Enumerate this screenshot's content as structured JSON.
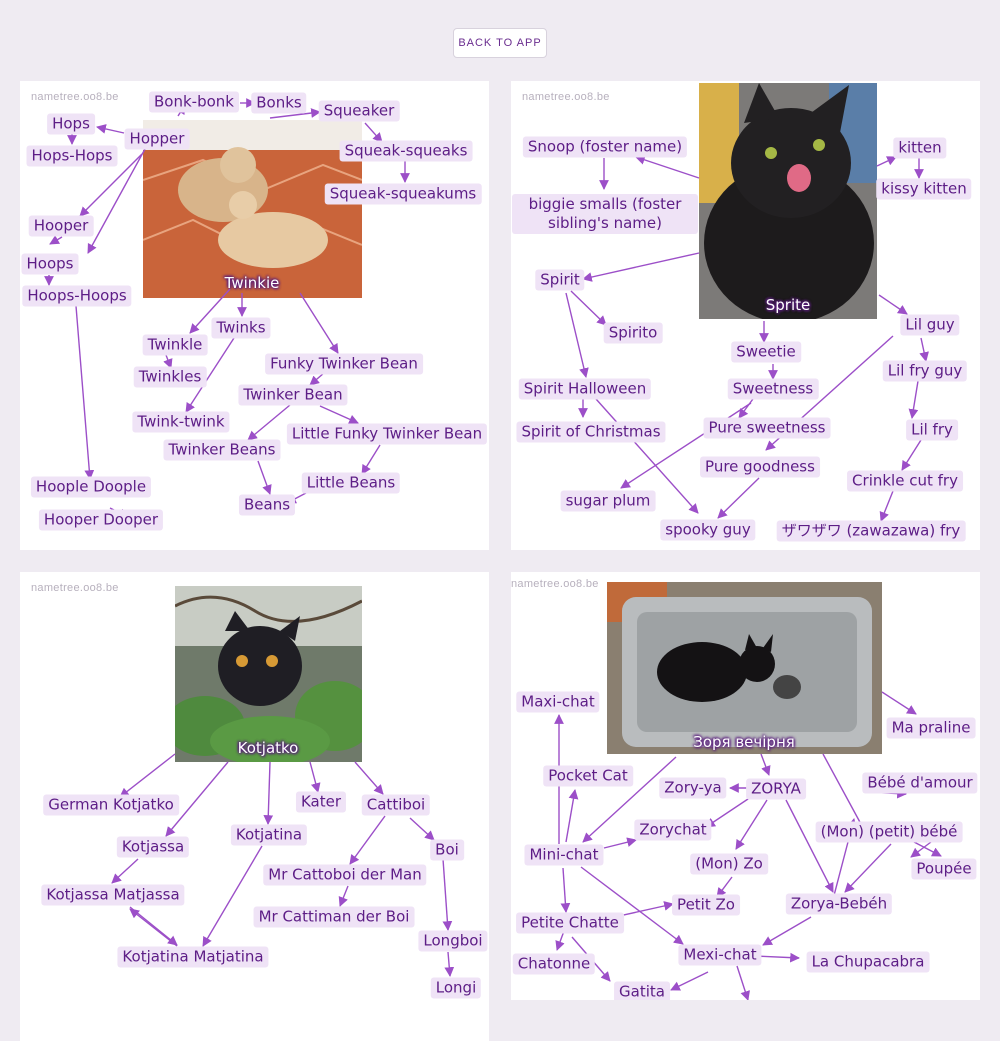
{
  "header": {
    "back_label": "BACK TO APP"
  },
  "watermark": "nametree.oo8.be",
  "colors": {
    "accent": "#9c4fc8",
    "label_bg": "#efe3f6",
    "label_text": "#5d1d86"
  },
  "cards": [
    {
      "photo_caption": "Twinkie",
      "labels": {
        "bonk_bonk": "Bonk-bonk",
        "bonks": "Bonks",
        "squeaker": "Squeaker",
        "hops": "Hops",
        "hopper": "Hopper",
        "hops_hops": "Hops-Hops",
        "squeak_squeaks": "Squeak-squeaks",
        "squeak_squeakums": "Squeak-squeakums",
        "hooper": "Hooper",
        "hoops": "Hoops",
        "hoops_hoops": "Hoops-Hoops",
        "twinks": "Twinks",
        "twinkle": "Twinkle",
        "twinkles": "Twinkles",
        "funky_twinker_bean": "Funky Twinker Bean",
        "twinker_bean": "Twinker Bean",
        "twink_twink": "Twink-twink",
        "little_funky_twinker_bean": "Little Funky Twinker Bean",
        "twinker_beans": "Twinker Beans",
        "little_beans": "Little Beans",
        "beans": "Beans",
        "hoople_doople": "Hoople Doople",
        "hooper_dooper": "Hooper Dooper"
      }
    },
    {
      "photo_caption": "Sprite",
      "labels": {
        "snoop": "Snoop (foster name)",
        "kitten": "kitten",
        "kissy_kitten": "kissy kitten",
        "biggie_smalls": "biggie smalls (foster sibling's name)",
        "spirit": "Spirit",
        "spirito": "Spirito",
        "lil_guy": "Lil guy",
        "sweetie": "Sweetie",
        "lil_fry_guy": "Lil fry guy",
        "spirit_halloween": "Spirit Halloween",
        "sweetness": "Sweetness",
        "pure_sweetness": "Pure sweetness",
        "spirit_of_christmas": "Spirit of Christmas",
        "lil_fry": "Lil fry",
        "pure_goodness": "Pure goodness",
        "crinkle_cut_fry": "Crinkle cut fry",
        "sugar_plum": "sugar plum",
        "spooky_guy": "spooky guy",
        "zawazawa_fry": "ザワザワ (zawazawa) fry"
      }
    },
    {
      "photo_caption": "Kotjatko",
      "labels": {
        "german_kotjatko": "German Kotjatko",
        "kater": "Kater",
        "cattiboi": "Cattiboi",
        "kotjatina": "Kotjatina",
        "kotjassa": "Kotjassa",
        "boi": "Boi",
        "mr_cattoboi": "Mr Cattoboi der Man",
        "kotjassa_matjassa": "Kotjassa Matjassa",
        "mr_cattiman": "Mr Cattiman der Boi",
        "longboi": "Longboi",
        "kotjatina_matjatina": "Kotjatina Matjatina",
        "longi": "Longi"
      }
    },
    {
      "photo_caption": "Зоря вечірня",
      "labels": {
        "maxi_chat": "Maxi-chat",
        "ma_praline": "Ma praline",
        "pocket_cat": "Pocket Cat",
        "zory_ya": "Zory-ya",
        "zorya": "ZORYA",
        "bebe_damour": "Bébé d'amour",
        "zorychat": "Zorychat",
        "mon_petit_bebe": "(Mon) (petit) bébé",
        "mini_chat": "Mini-chat",
        "mon_zo": "(Mon) Zo",
        "poupee": "Poupée",
        "petit_zo": "Petit Zo",
        "zorya_bebeh": "Zorya-Bebéh",
        "petite_chatte": "Petite Chatte",
        "mexi_chat": "Mexi-chat",
        "la_chupacabra": "La Chupacabra",
        "chatonne": "Chatonne",
        "gatita": "Gatita"
      }
    }
  ]
}
